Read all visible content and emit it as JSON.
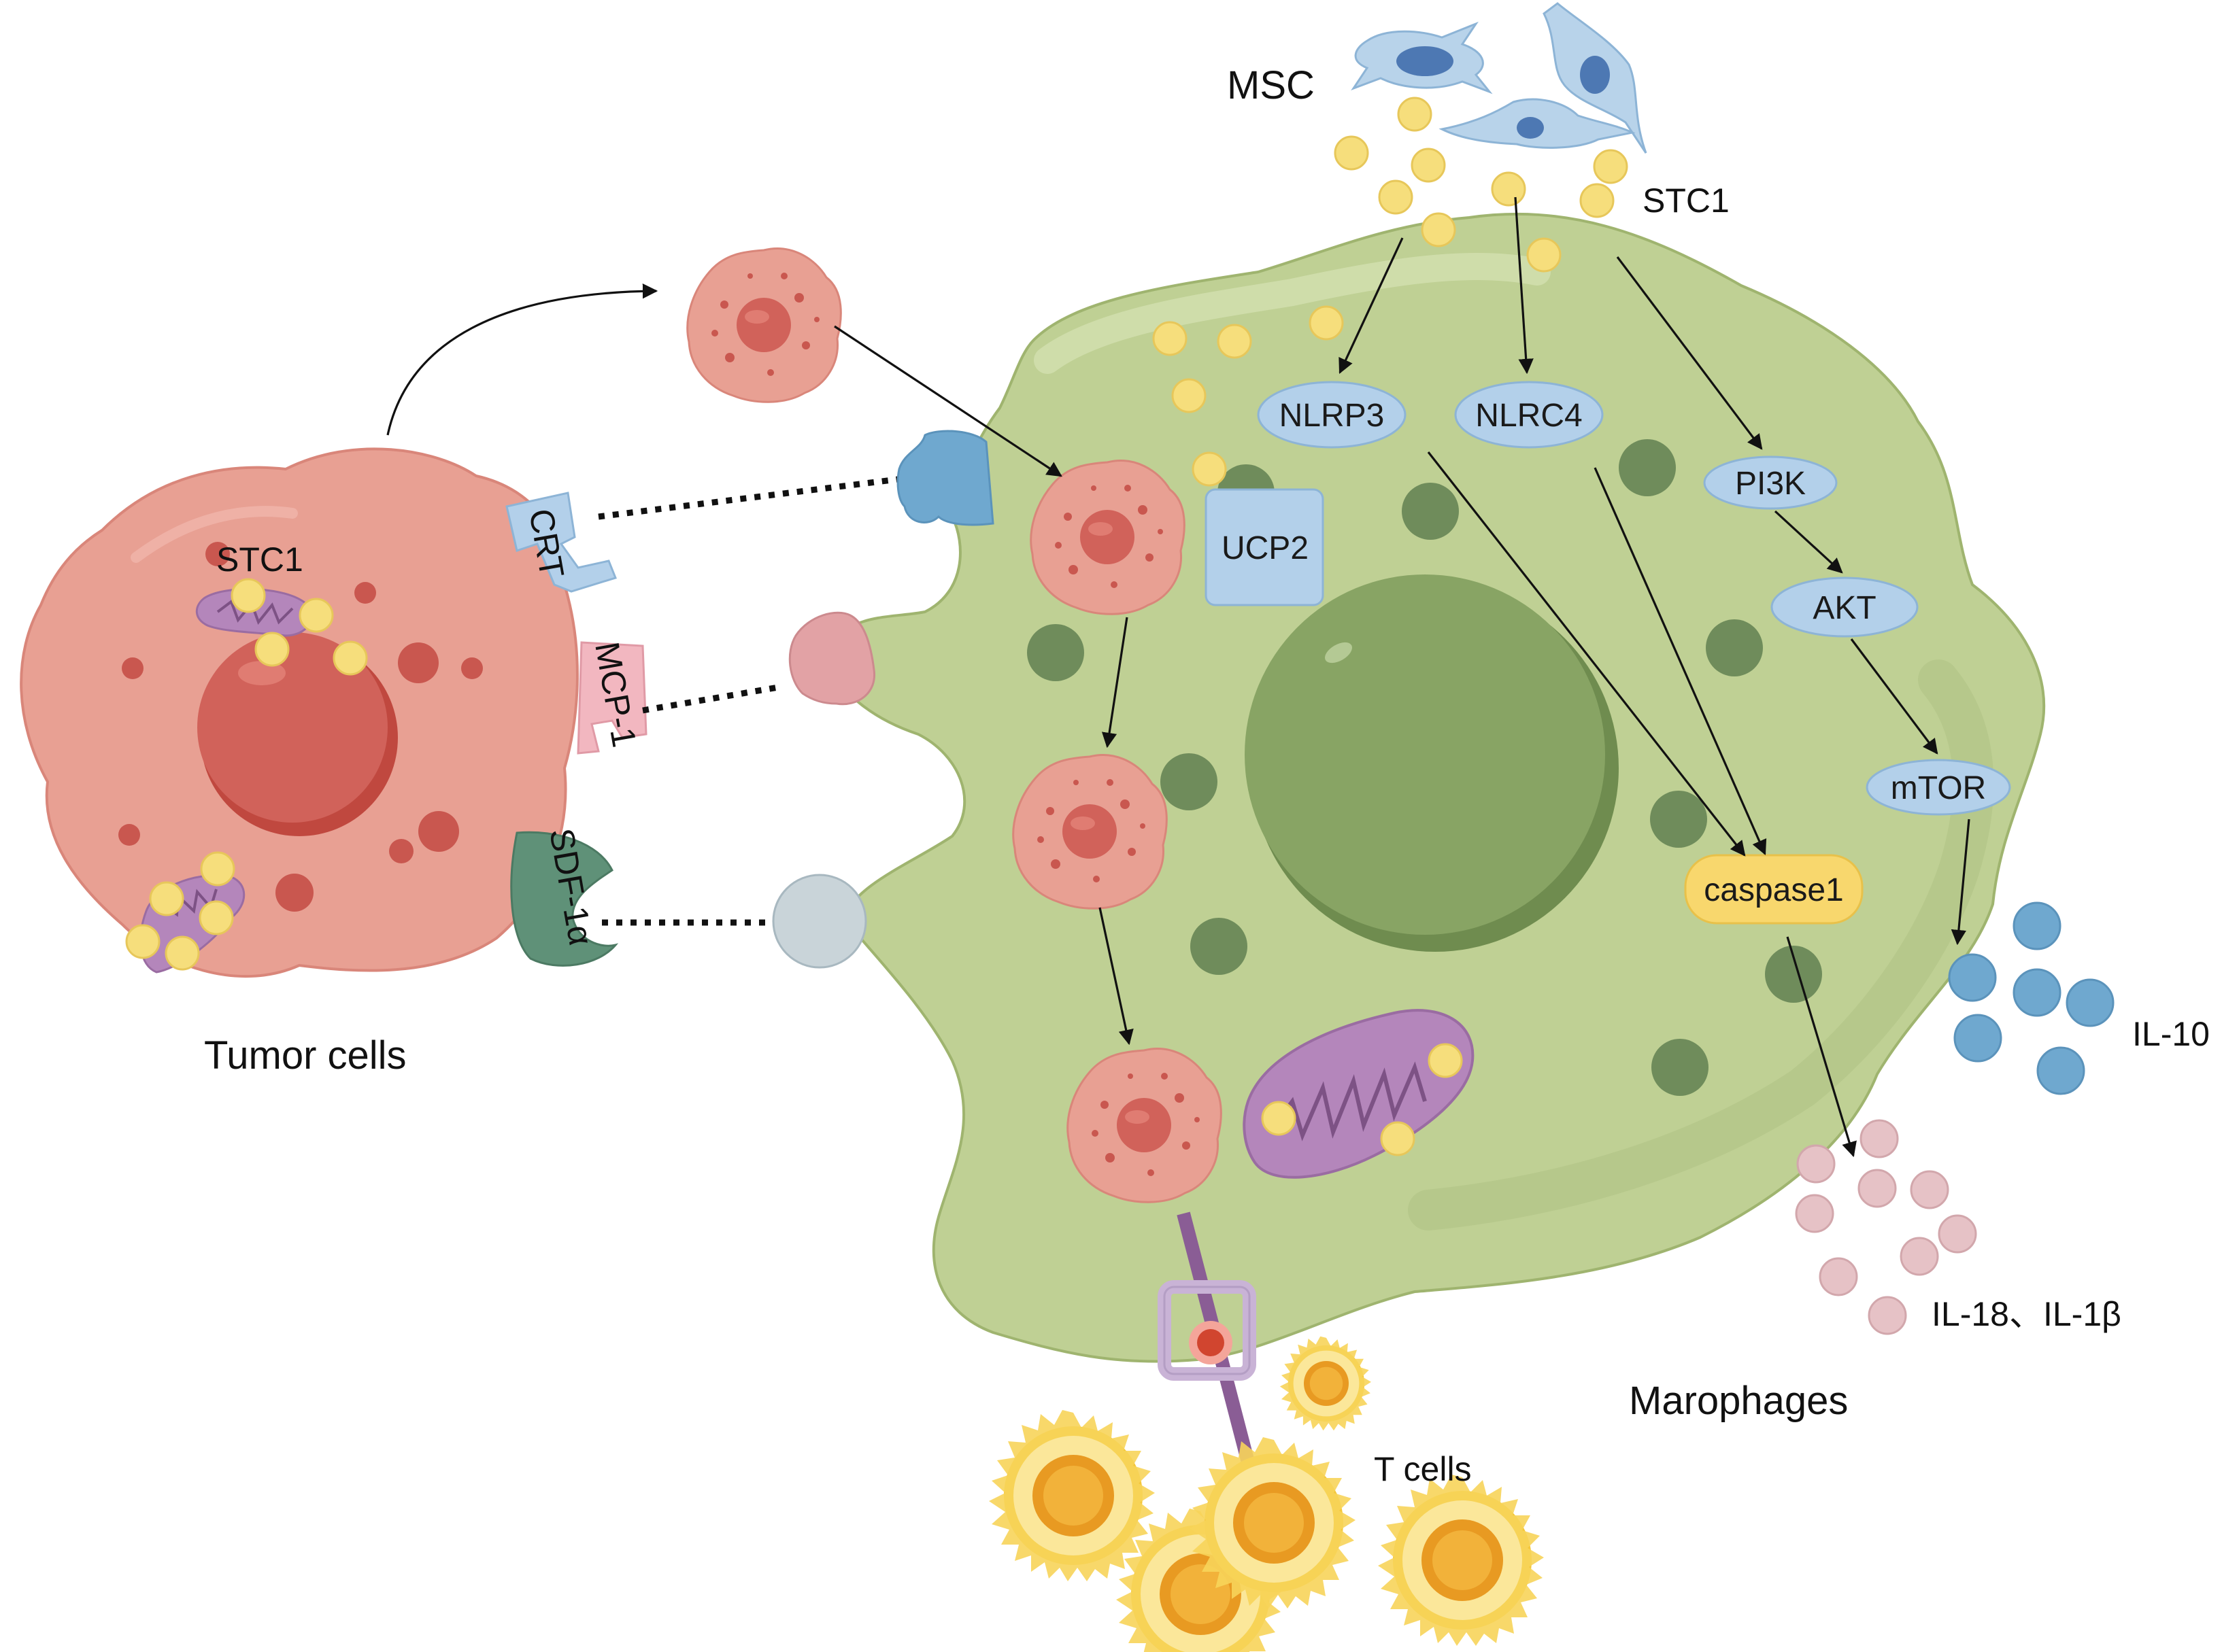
{
  "labels": {
    "msc": "MSC",
    "stc1_top": "STC1",
    "stc1_tumor": "STC1",
    "tumor_cells": "Tumor cells",
    "macrophages": "Marophages",
    "t_cells": "T cells",
    "il10": "IL-10",
    "il18_il1b": "IL-18、IL-1β"
  },
  "receptors": {
    "crt": "CRT",
    "mcp1": "MCP-1",
    "sdf1a": "SDF-1α"
  },
  "nodes": {
    "nlrp3": "NLRP3",
    "nlrc4": "NLRC4",
    "pi3k": "PI3K",
    "akt": "AKT",
    "mtor": "mTOR",
    "caspase1": "caspase1",
    "ucp2": "UCP2"
  },
  "colors": {
    "tumor_cell": "#e8a093",
    "tumor_nucleus": "#d1625a",
    "macrophage": "#bfd094",
    "macrophage_nucleus": "#88a464",
    "stc1_dot": "#f6de7c",
    "node_blue": "#b3d0ea",
    "caspase": "#f8d76d",
    "il10": "#6fa8cf",
    "il18": "#e6c2c6",
    "t_cell": "#f4c73b",
    "mitochondria": "#b486bb"
  }
}
